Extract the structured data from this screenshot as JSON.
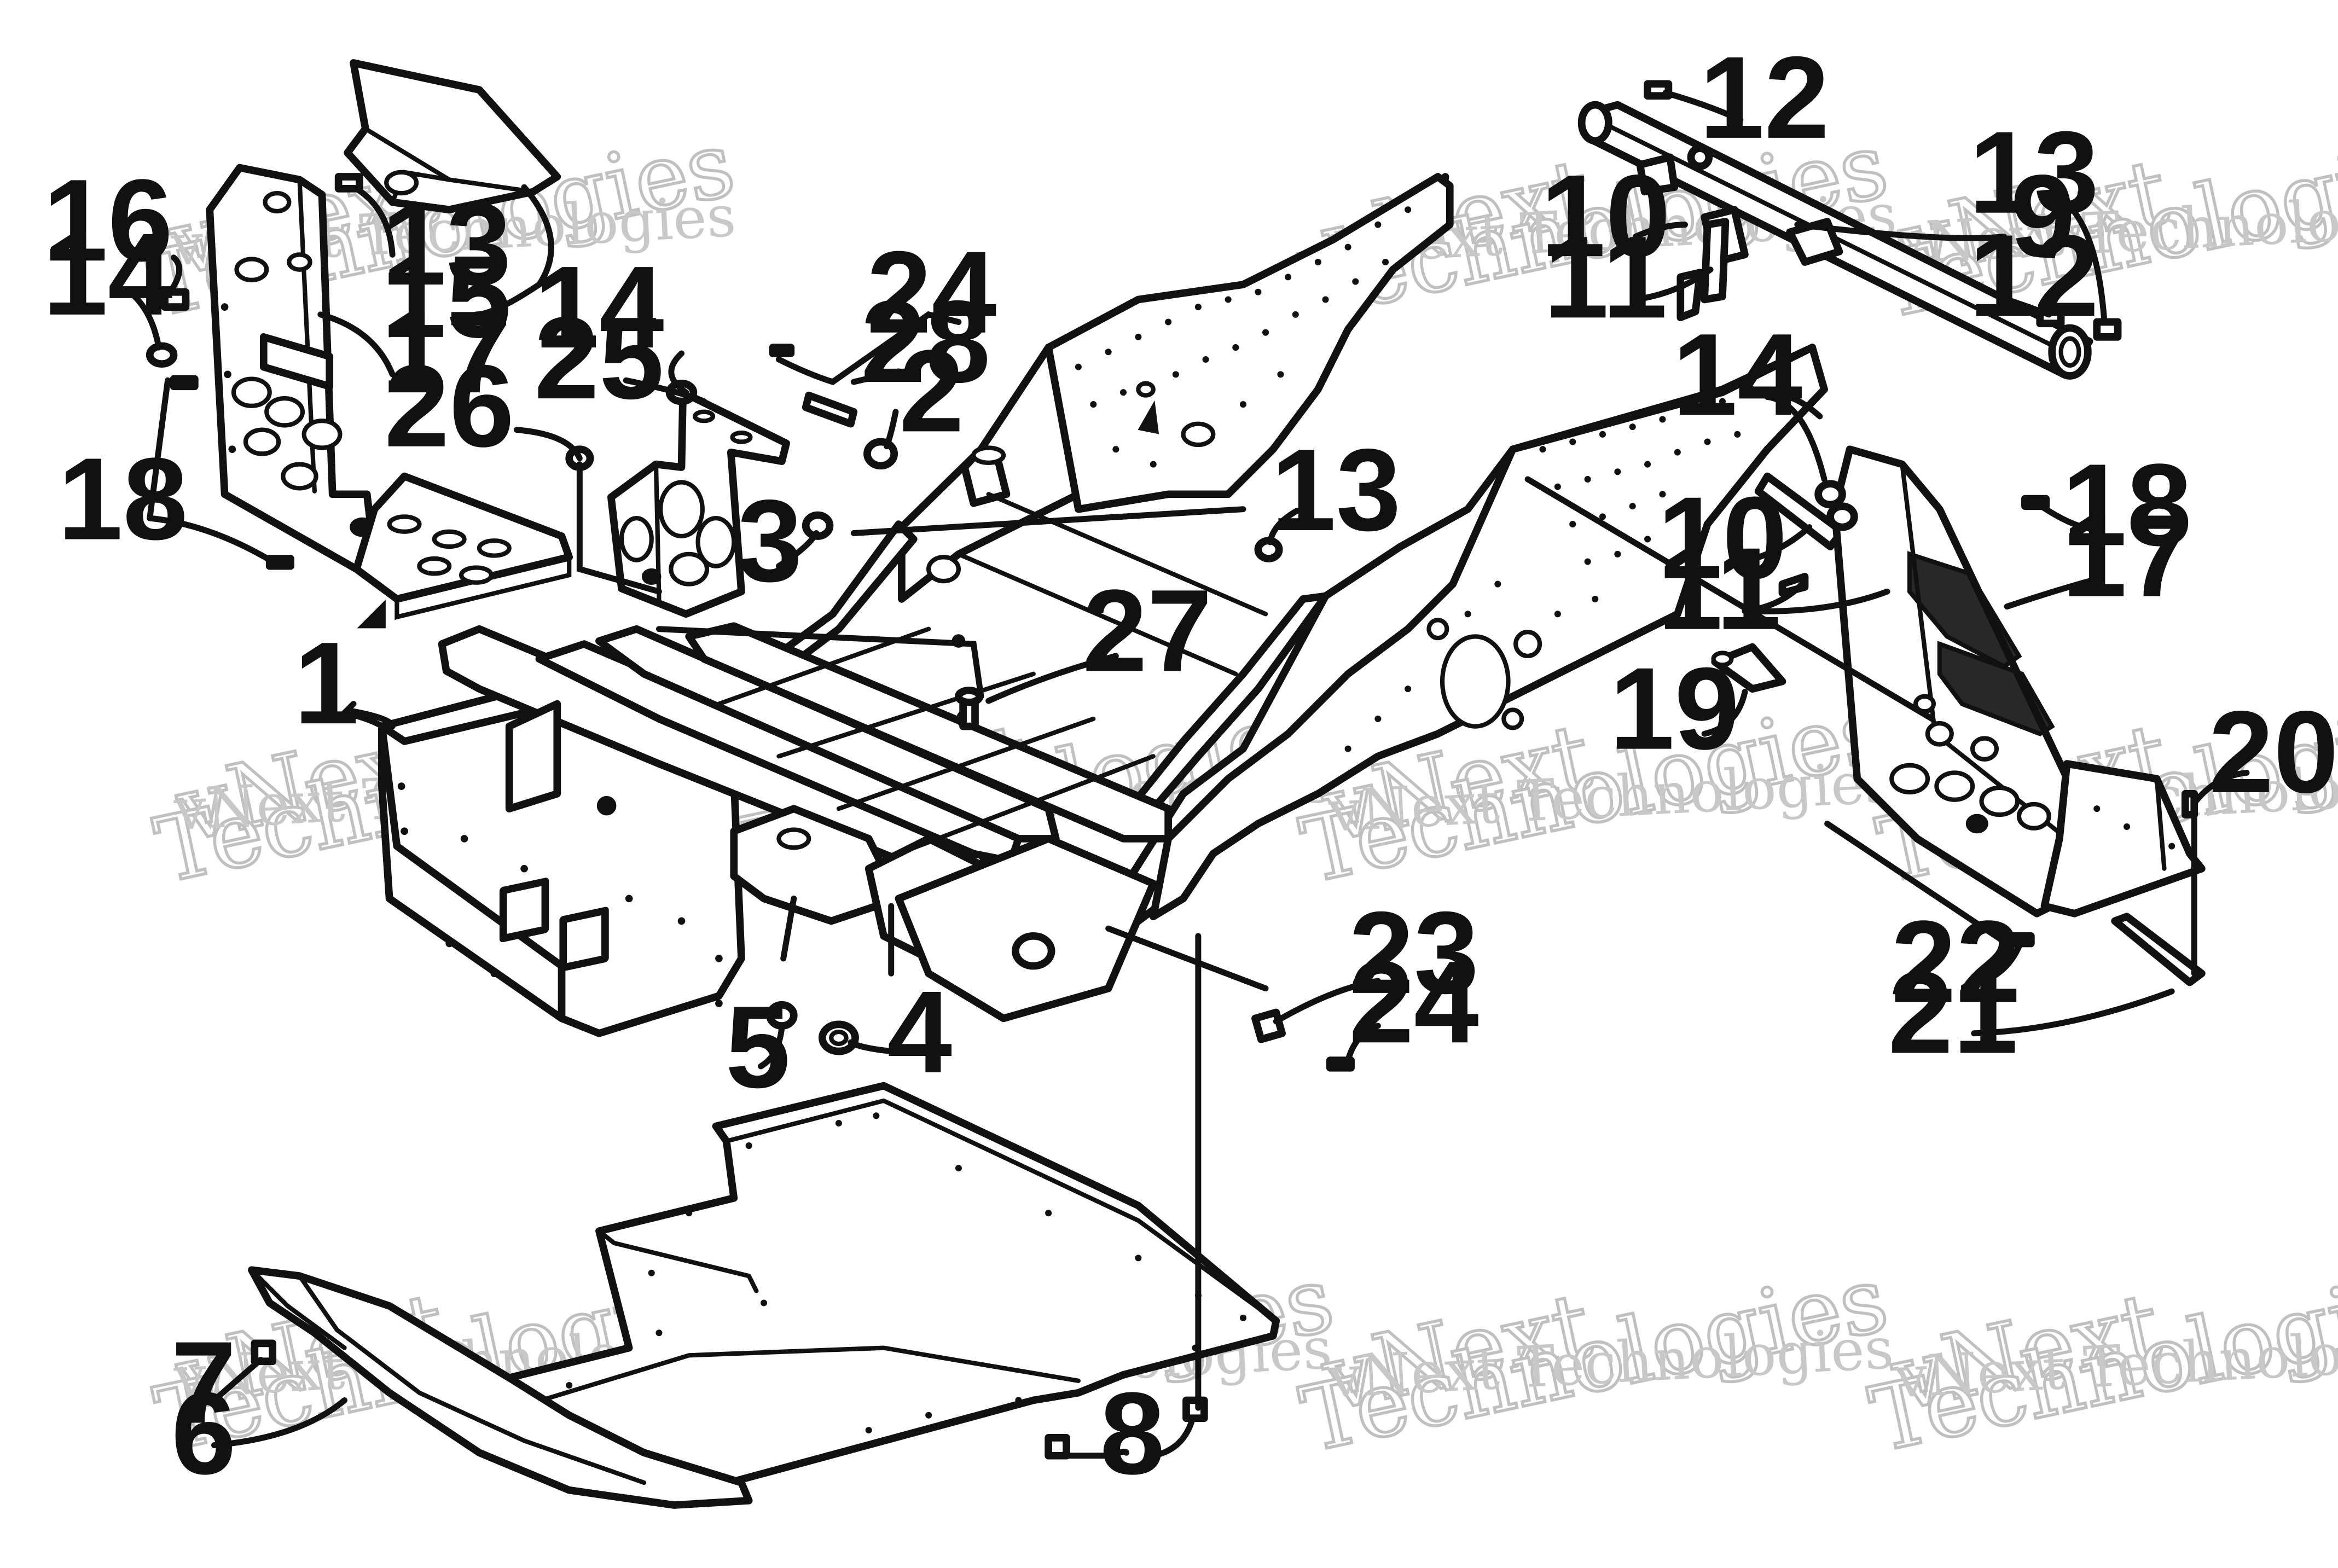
{
  "diagram": {
    "callouts": [
      {
        "id": "c1",
        "label": "1"
      },
      {
        "id": "c2",
        "label": "2"
      },
      {
        "id": "c3",
        "label": "3"
      },
      {
        "id": "c4",
        "label": "4"
      },
      {
        "id": "c5",
        "label": "5"
      },
      {
        "id": "c6",
        "label": "6"
      },
      {
        "id": "c7",
        "label": "7"
      },
      {
        "id": "c8",
        "label": "8"
      },
      {
        "id": "c9",
        "label": "9"
      },
      {
        "id": "c10a",
        "label": "10"
      },
      {
        "id": "c10b",
        "label": "10"
      },
      {
        "id": "c11a",
        "label": "11"
      },
      {
        "id": "c11b",
        "label": "11"
      },
      {
        "id": "c12a",
        "label": "12"
      },
      {
        "id": "c12b",
        "label": "12"
      },
      {
        "id": "c13a",
        "label": "13"
      },
      {
        "id": "c13b",
        "label": "13"
      },
      {
        "id": "c13c",
        "label": "13"
      },
      {
        "id": "c14a",
        "label": "14"
      },
      {
        "id": "c14b",
        "label": "14"
      },
      {
        "id": "c14c",
        "label": "14"
      },
      {
        "id": "c15",
        "label": "15"
      },
      {
        "id": "c16",
        "label": "16"
      },
      {
        "id": "c17a",
        "label": "17"
      },
      {
        "id": "c17b",
        "label": "17"
      },
      {
        "id": "c18a",
        "label": "18"
      },
      {
        "id": "c18b",
        "label": "18"
      },
      {
        "id": "c19",
        "label": "19"
      },
      {
        "id": "c20",
        "label": "20"
      },
      {
        "id": "c21",
        "label": "21"
      },
      {
        "id": "c22",
        "label": "22"
      },
      {
        "id": "c23",
        "label": "23"
      },
      {
        "id": "c24a",
        "label": "24"
      },
      {
        "id": "c24b",
        "label": "24"
      },
      {
        "id": "c25",
        "label": "25"
      },
      {
        "id": "c26",
        "label": "26"
      },
      {
        "id": "c27",
        "label": "27"
      },
      {
        "id": "c28",
        "label": "28"
      }
    ]
  },
  "watermark": {
    "small_text": "vNext Technologies",
    "big_line1": "vNext",
    "big_line2": "Technologies",
    "color": "#c8c8c8"
  },
  "colors": {
    "line": "#111111",
    "background": "#ffffff"
  }
}
